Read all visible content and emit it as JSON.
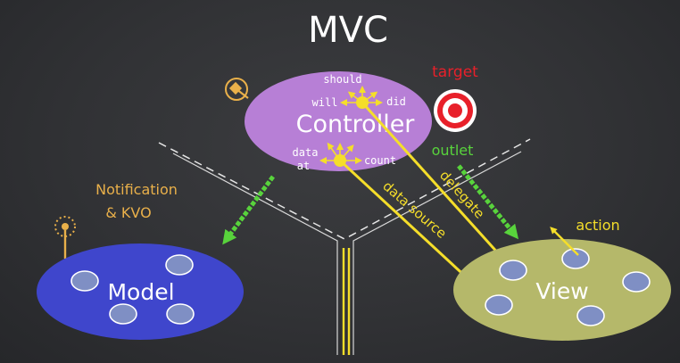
{
  "title": "MVC",
  "controller": {
    "label": "Controller",
    "top_hub": {
      "should": "should",
      "will": "will",
      "did": "did"
    },
    "bottom_hub": {
      "data": "data",
      "at": "at",
      "count": "count"
    }
  },
  "target_label": "target",
  "outlet_label": "outlet",
  "delegate_label": "delegate",
  "data_source_label": "data source",
  "action_label": "action",
  "notification": {
    "line1": "Notification",
    "line2": "& KVO"
  },
  "model": {
    "label": "Model"
  },
  "view": {
    "label": "View"
  },
  "colors": {
    "controller": "#b77fd6",
    "model": "#3f46cc",
    "view": "#b5b86a",
    "model_subview": "#7f8fc4",
    "yellow": "#f5de2a",
    "green": "#58d33c",
    "orange": "#e9b04a",
    "target_red": "#e8202a"
  },
  "icons": [
    "radio-antenna-icon",
    "target-icon",
    "nozzle-icon"
  ]
}
